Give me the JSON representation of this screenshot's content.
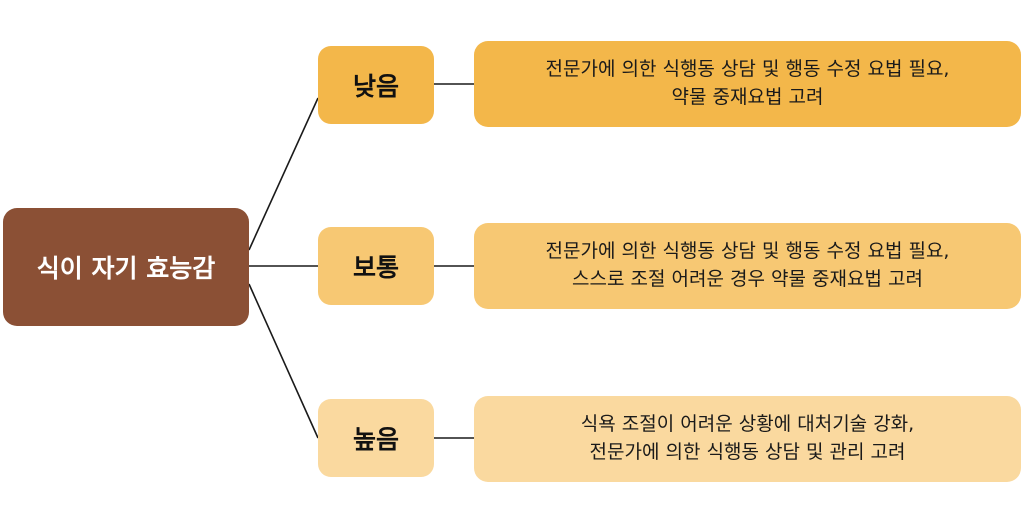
{
  "root": {
    "label": "식이 자기 효능감",
    "color": "#8b5035"
  },
  "branches": [
    {
      "level": "낮음",
      "color": "#f3b74a",
      "description": [
        "전문가에 의한 식행동 상담 및 행동 수정 요법 필요,",
        "약물 중재요법 고려"
      ]
    },
    {
      "level": "보통",
      "color": "#f7c873",
      "description": [
        "전문가에 의한 식행동 상담 및 행동 수정 요법 필요,",
        "스스로 조절 어려운 경우 약물 중재요법 고려"
      ]
    },
    {
      "level": "높음",
      "color": "#fad99f",
      "description": [
        "식욕 조절이 어려운 상황에 대처기술 강화,",
        "전문가에 의한 식행동 상담 및 관리 고려"
      ]
    }
  ]
}
